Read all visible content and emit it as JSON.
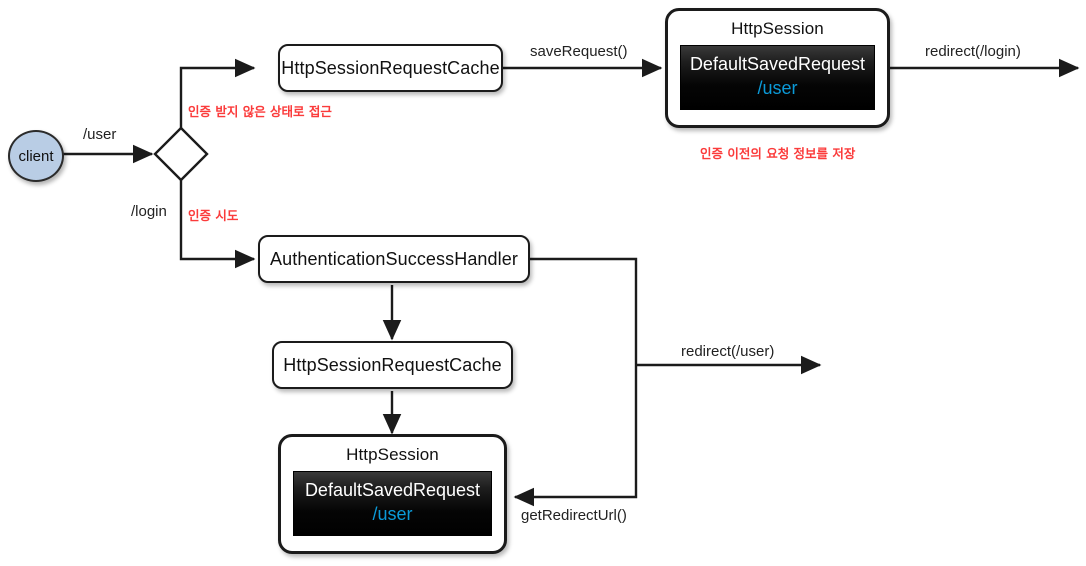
{
  "diagram": {
    "title": "Spring Security RequestCache redirect flow",
    "colors": {
      "client_fill": "#b9cde5",
      "stroke": "#1b1b1b",
      "annotation_red": "#fb3b3b",
      "path_blue": "#0b9ad8",
      "inner_box": "#000000",
      "background": "#ffffff"
    },
    "nodes": {
      "client": {
        "label": "client"
      },
      "decision": {
        "label": ""
      },
      "cache_top": {
        "label": "HttpSessionRequestCache"
      },
      "session_top": {
        "title": "HttpSession",
        "inner_class": "DefaultSavedRequest",
        "inner_value": "/user"
      },
      "success_handler": {
        "label": "AuthenticationSuccessHandler"
      },
      "cache_bottom": {
        "label": "HttpSessionRequestCache"
      },
      "session_bottom": {
        "title": "HttpSession",
        "inner_class": "DefaultSavedRequest",
        "inner_value": "/user"
      }
    },
    "edge_labels": {
      "client_to_decision": "/user",
      "decision_to_cache_top": "인증 받지 않은 상태로 접근",
      "cache_top_to_session_top": "saveRequest()",
      "session_top_out": "redirect(/login)",
      "decision_login": "/login",
      "decision_login_note": "인증 시도",
      "session_top_note": "인증 이전의 요청 정보를 저장",
      "handler_redirect_user": "redirect(/user)",
      "get_redirect_url": "getRedirectUrl()"
    }
  }
}
